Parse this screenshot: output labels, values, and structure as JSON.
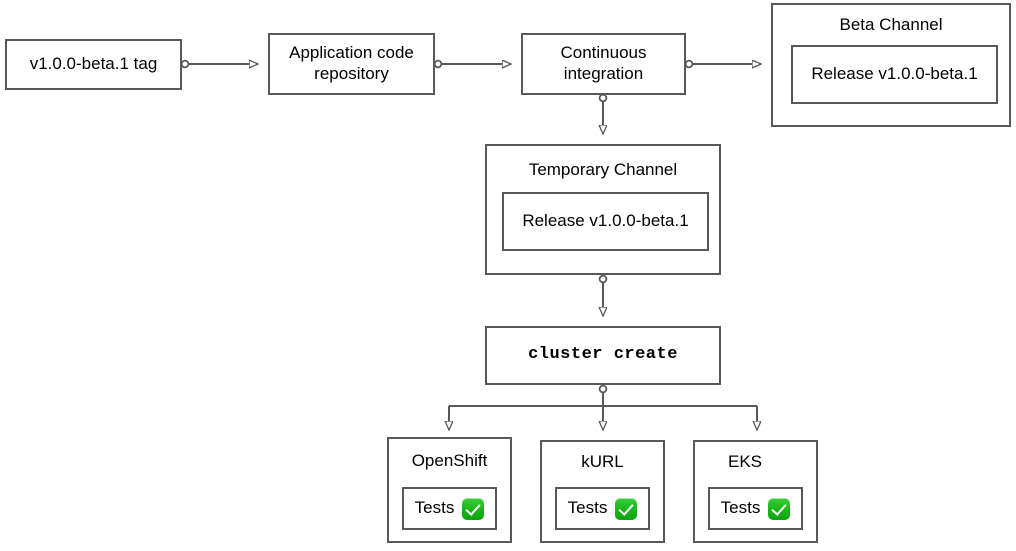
{
  "diagram": {
    "title": "Release pipeline flowchart",
    "colors": {
      "stroke": "#57585b",
      "background": "#ffffff",
      "text": "#000000",
      "check_green": "#17b517"
    },
    "nodes": {
      "tag": {
        "label": "v1.0.0-beta.1 tag"
      },
      "repo": {
        "label": "Application code repository"
      },
      "ci": {
        "label": "Continuous integration"
      },
      "beta_channel": {
        "title": "Beta Channel",
        "release": "Release v1.0.0-beta.1"
      },
      "temporary_channel": {
        "title": "Temporary Channel",
        "release": "Release v1.0.0-beta.1"
      },
      "cluster_create": {
        "label": "cluster create"
      },
      "openshift": {
        "title": "OpenShift",
        "tests_label": "Tests",
        "tests_status": "passed",
        "status_icon": "green-check-icon"
      },
      "kurl": {
        "title": "kURL",
        "tests_label": "Tests",
        "tests_status": "passed",
        "status_icon": "green-check-icon"
      },
      "eks": {
        "title": "EKS",
        "tests_label": "Tests",
        "tests_status": "passed",
        "status_icon": "green-check-icon"
      }
    },
    "edges": [
      {
        "from": "tag",
        "to": "repo"
      },
      {
        "from": "repo",
        "to": "ci"
      },
      {
        "from": "ci",
        "to": "beta_channel"
      },
      {
        "from": "ci",
        "to": "temporary_channel"
      },
      {
        "from": "temporary_channel",
        "to": "cluster_create"
      },
      {
        "from": "cluster_create",
        "to": "openshift"
      },
      {
        "from": "cluster_create",
        "to": "kurl"
      },
      {
        "from": "cluster_create",
        "to": "eks"
      }
    ]
  }
}
